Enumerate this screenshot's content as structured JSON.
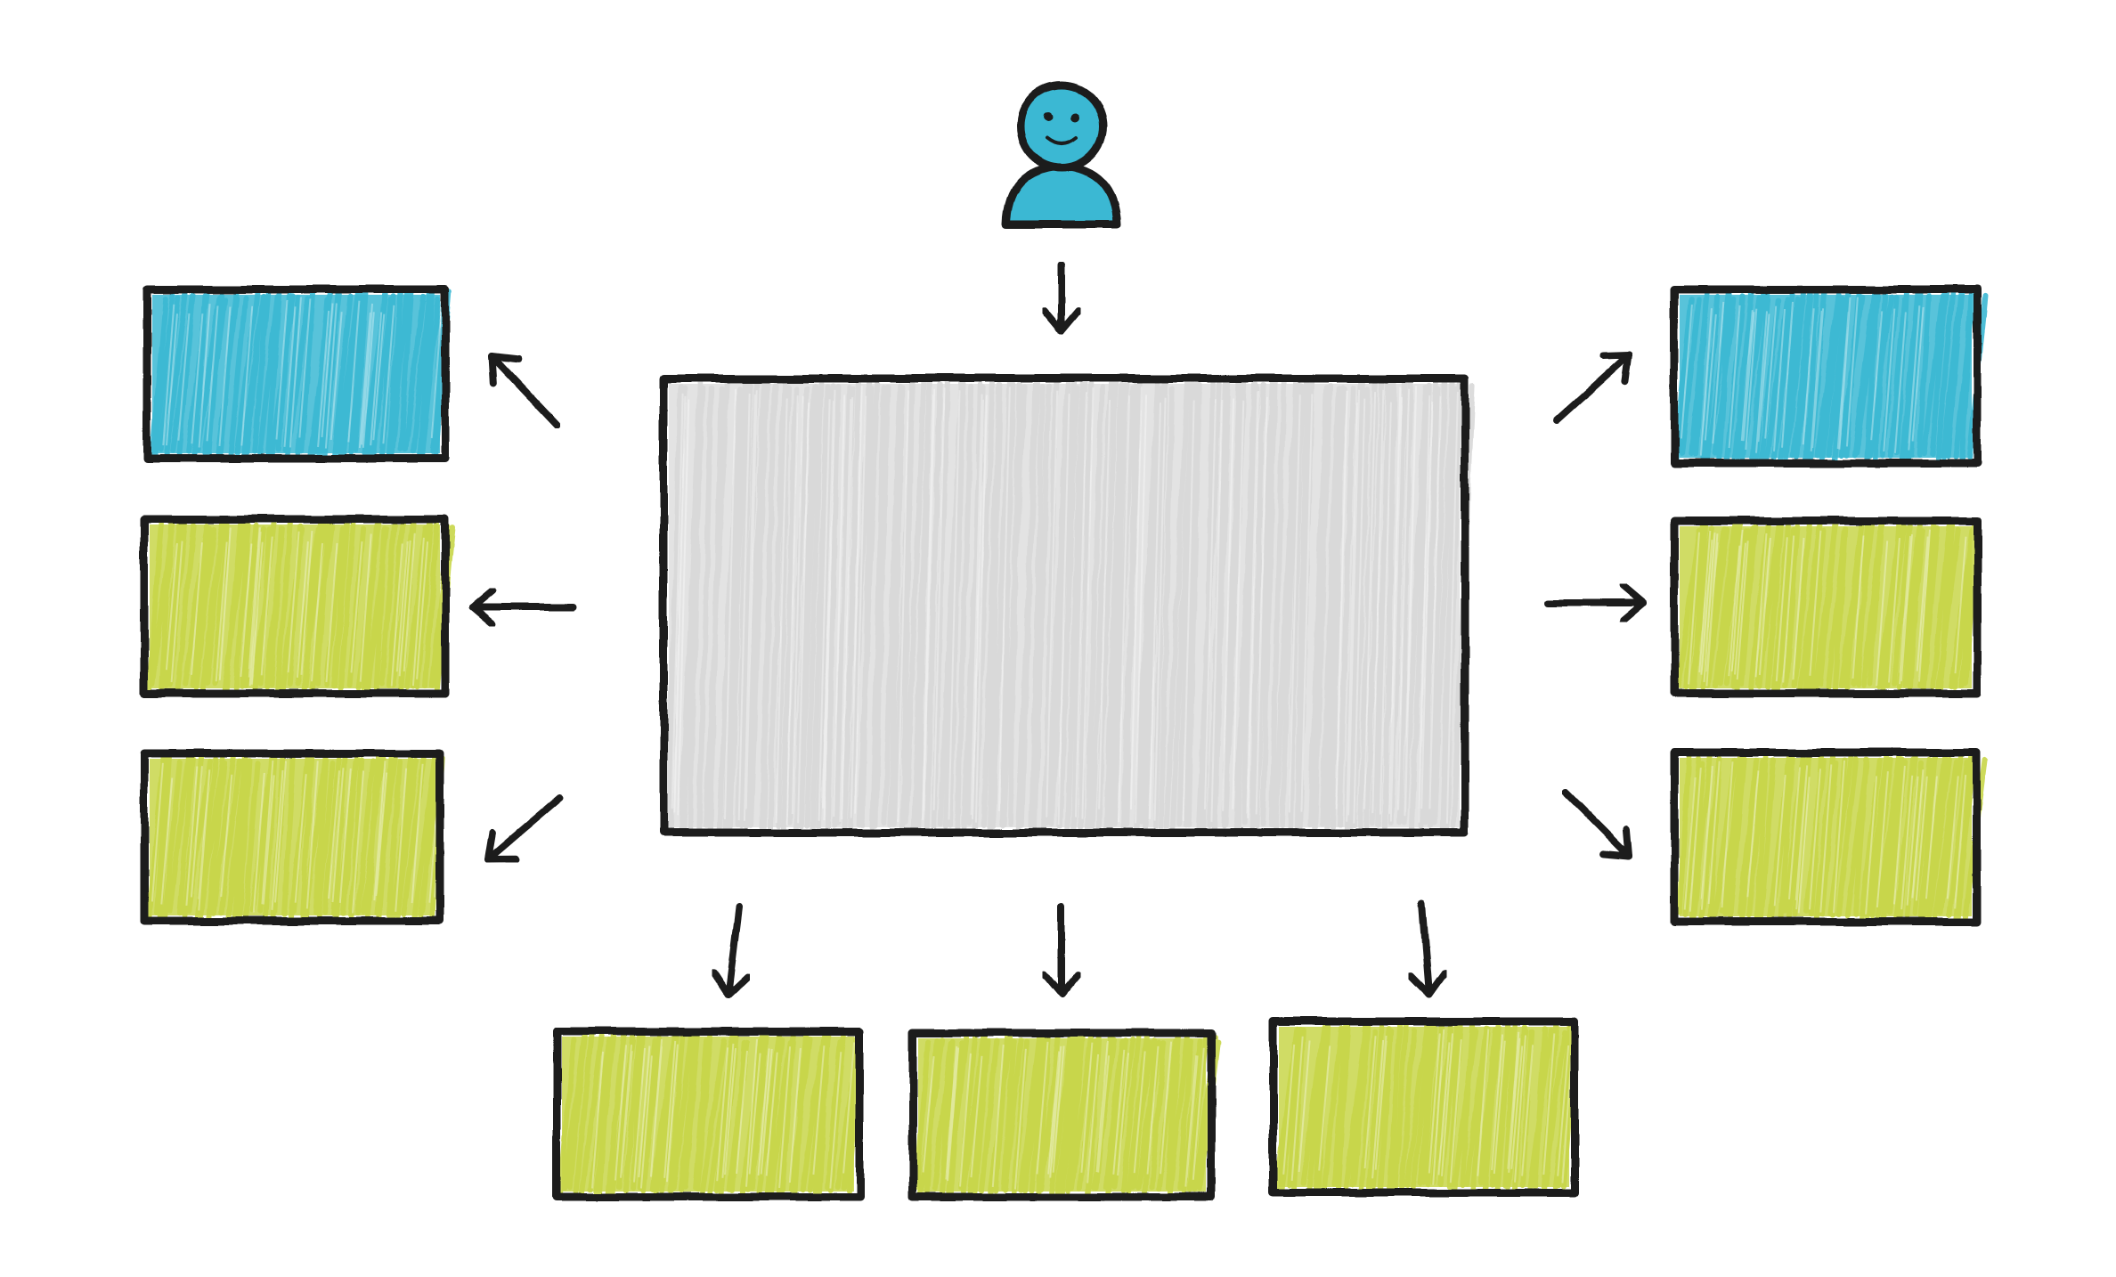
{
  "diagram": {
    "style": "hand-drawn sketch",
    "colors": {
      "background": "#ffffff",
      "outline": "#1e1e1e",
      "center_fill": "#d9d9d9",
      "blue_fill": "#3bb8d3",
      "green_fill": "#c8d64a",
      "person_fill": "#3bb8d3"
    },
    "nodes": [
      {
        "id": "person",
        "kind": "person-icon",
        "color": "blue"
      },
      {
        "id": "center",
        "kind": "box",
        "color": "gray"
      },
      {
        "id": "left-top",
        "kind": "box",
        "color": "blue"
      },
      {
        "id": "left-middle",
        "kind": "box",
        "color": "green"
      },
      {
        "id": "left-bottom",
        "kind": "box",
        "color": "green"
      },
      {
        "id": "right-top",
        "kind": "box",
        "color": "blue"
      },
      {
        "id": "right-middle",
        "kind": "box",
        "color": "green"
      },
      {
        "id": "right-bottom",
        "kind": "box",
        "color": "green"
      },
      {
        "id": "bottom-left",
        "kind": "box",
        "color": "green"
      },
      {
        "id": "bottom-center",
        "kind": "box",
        "color": "green"
      },
      {
        "id": "bottom-right",
        "kind": "box",
        "color": "green"
      }
    ],
    "edges": [
      {
        "from": "person",
        "to": "center"
      },
      {
        "from": "center",
        "to": "left-top"
      },
      {
        "from": "center",
        "to": "left-middle"
      },
      {
        "from": "center",
        "to": "left-bottom"
      },
      {
        "from": "center",
        "to": "right-top"
      },
      {
        "from": "center",
        "to": "right-middle"
      },
      {
        "from": "center",
        "to": "right-bottom"
      },
      {
        "from": "center",
        "to": "bottom-left"
      },
      {
        "from": "center",
        "to": "bottom-center"
      },
      {
        "from": "center",
        "to": "bottom-right"
      }
    ]
  }
}
